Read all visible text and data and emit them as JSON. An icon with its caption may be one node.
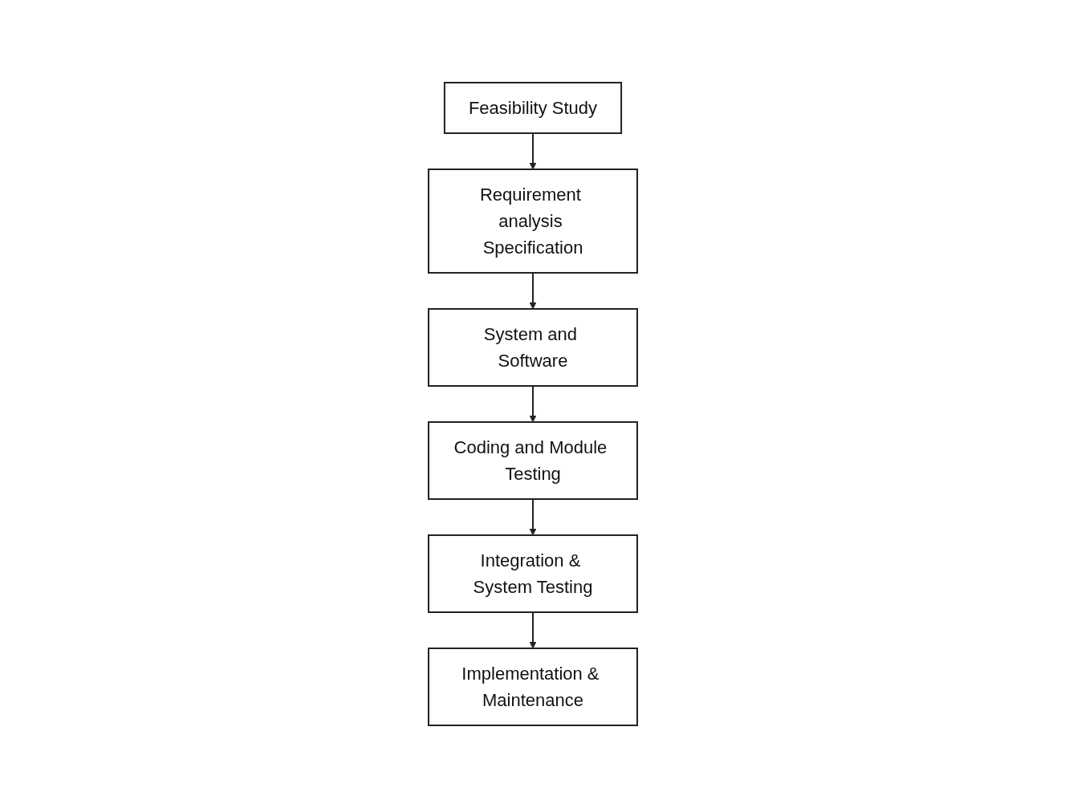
{
  "diagram": {
    "nodes": [
      {
        "text": [
          "Feasibility Study"
        ]
      },
      {
        "text": [
          "Requirement analysis Specification"
        ]
      },
      {
        "text": [
          "System and Software"
        ]
      },
      {
        "text": [
          "Coding and Module Testing"
        ]
      },
      {
        "text": [
          "Integration & System Testing"
        ]
      },
      {
        "text": [
          "Implementation & Maintenance"
        ]
      }
    ],
    "edges": [
      {
        "from": 0,
        "to": 1,
        "arrow": "to"
      },
      {
        "from": 1,
        "to": 2,
        "arrow": "to"
      },
      {
        "from": 2,
        "to": 3,
        "arrow": "to"
      },
      {
        "from": 3,
        "to": 4,
        "arrow": "to"
      },
      {
        "from": 4,
        "to": 5,
        "arrow": "to"
      }
    ]
  }
}
